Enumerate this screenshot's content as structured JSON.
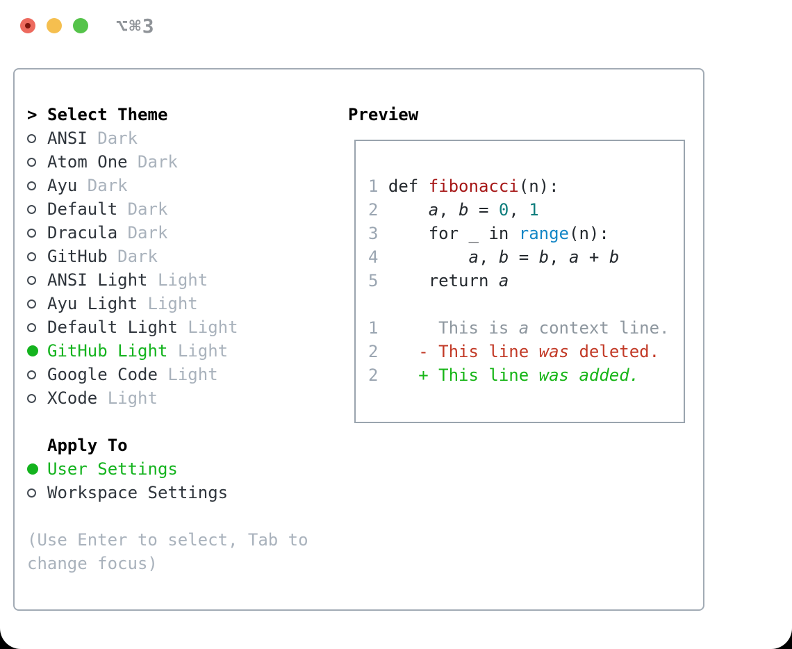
{
  "window": {
    "title": "⌥⌘3",
    "traffic_lights": [
      {
        "name": "close",
        "color": "#ed6a5e"
      },
      {
        "name": "minimize",
        "color": "#f5bf4f"
      },
      {
        "name": "zoom",
        "color": "#55c34a"
      }
    ]
  },
  "left": {
    "prompt": ">",
    "header": "Select Theme",
    "themes": [
      {
        "name": "ANSI",
        "variant": "Dark",
        "selected": false
      },
      {
        "name": "Atom One",
        "variant": "Dark",
        "selected": false
      },
      {
        "name": "Ayu",
        "variant": "Dark",
        "selected": false
      },
      {
        "name": "Default",
        "variant": "Dark",
        "selected": false
      },
      {
        "name": "Dracula",
        "variant": "Dark",
        "selected": false
      },
      {
        "name": "GitHub",
        "variant": "Dark",
        "selected": false
      },
      {
        "name": "ANSI Light",
        "variant": "Light",
        "selected": false
      },
      {
        "name": "Ayu Light",
        "variant": "Light",
        "selected": false
      },
      {
        "name": "Default Light",
        "variant": "Light",
        "selected": false
      },
      {
        "name": "GitHub Light",
        "variant": "Light",
        "selected": true
      },
      {
        "name": "Google Code",
        "variant": "Light",
        "selected": false
      },
      {
        "name": "XCode",
        "variant": "Light",
        "selected": false
      }
    ],
    "apply_header": "Apply To",
    "apply_options": [
      {
        "label": "User Settings",
        "selected": true
      },
      {
        "label": "Workspace Settings",
        "selected": false
      }
    ],
    "hint": "(Use Enter to select, Tab to change focus)"
  },
  "preview": {
    "header": "Preview",
    "lines": [
      {
        "n": "1",
        "seg": [
          {
            "t": "def ",
            "c": "t"
          },
          {
            "t": "fibonacci",
            "c": "fn"
          },
          {
            "t": "(n):",
            "c": "t"
          }
        ]
      },
      {
        "n": "2",
        "seg": [
          {
            "t": "    ",
            "c": "t"
          },
          {
            "t": "a",
            "c": "t",
            "i": true
          },
          {
            "t": ", ",
            "c": "t"
          },
          {
            "t": "b",
            "c": "t",
            "i": true
          },
          {
            "t": " = ",
            "c": "t"
          },
          {
            "t": "0",
            "c": "num"
          },
          {
            "t": ", ",
            "c": "t"
          },
          {
            "t": "1",
            "c": "num"
          }
        ]
      },
      {
        "n": "3",
        "seg": [
          {
            "t": "    for _ in ",
            "c": "t"
          },
          {
            "t": "range",
            "c": "bi"
          },
          {
            "t": "(n):",
            "c": "t"
          }
        ]
      },
      {
        "n": "4",
        "seg": [
          {
            "t": "        ",
            "c": "t"
          },
          {
            "t": "a",
            "c": "t",
            "i": true
          },
          {
            "t": ", ",
            "c": "t"
          },
          {
            "t": "b",
            "c": "t",
            "i": true
          },
          {
            "t": " = ",
            "c": "t"
          },
          {
            "t": "b",
            "c": "t",
            "i": true
          },
          {
            "t": ", ",
            "c": "t"
          },
          {
            "t": "a",
            "c": "t",
            "i": true
          },
          {
            "t": " + ",
            "c": "t"
          },
          {
            "t": "b",
            "c": "t",
            "i": true
          }
        ]
      },
      {
        "n": "5",
        "seg": [
          {
            "t": "    return ",
            "c": "t"
          },
          {
            "t": "a",
            "c": "t",
            "i": true
          }
        ]
      },
      {
        "n": "",
        "seg": []
      },
      {
        "n": "1",
        "seg": [
          {
            "t": "     This is ",
            "c": "ctx"
          },
          {
            "t": "a",
            "c": "ctx",
            "i": true
          },
          {
            "t": " context line.",
            "c": "ctx"
          }
        ]
      },
      {
        "n": "2",
        "seg": [
          {
            "t": "   - This line ",
            "c": "del"
          },
          {
            "t": "was",
            "c": "del",
            "i": true
          },
          {
            "t": " deleted.",
            "c": "del"
          }
        ]
      },
      {
        "n": "2",
        "seg": [
          {
            "t": "   + This line ",
            "c": "add"
          },
          {
            "t": "was added.",
            "c": "add",
            "i": true
          }
        ]
      }
    ]
  },
  "colors": {
    "selection_green": "#14b31e",
    "added_green": "#17b517",
    "deleted_red": "#c23a27",
    "function_red": "#a61717",
    "number_teal": "#0d7d7c",
    "builtin_blue": "#1386c6",
    "muted_gray": "#a9b2bc",
    "gutter_gray": "#9aa5b1",
    "border_gray": "#9aa4ae",
    "code_text": "#24292e"
  }
}
